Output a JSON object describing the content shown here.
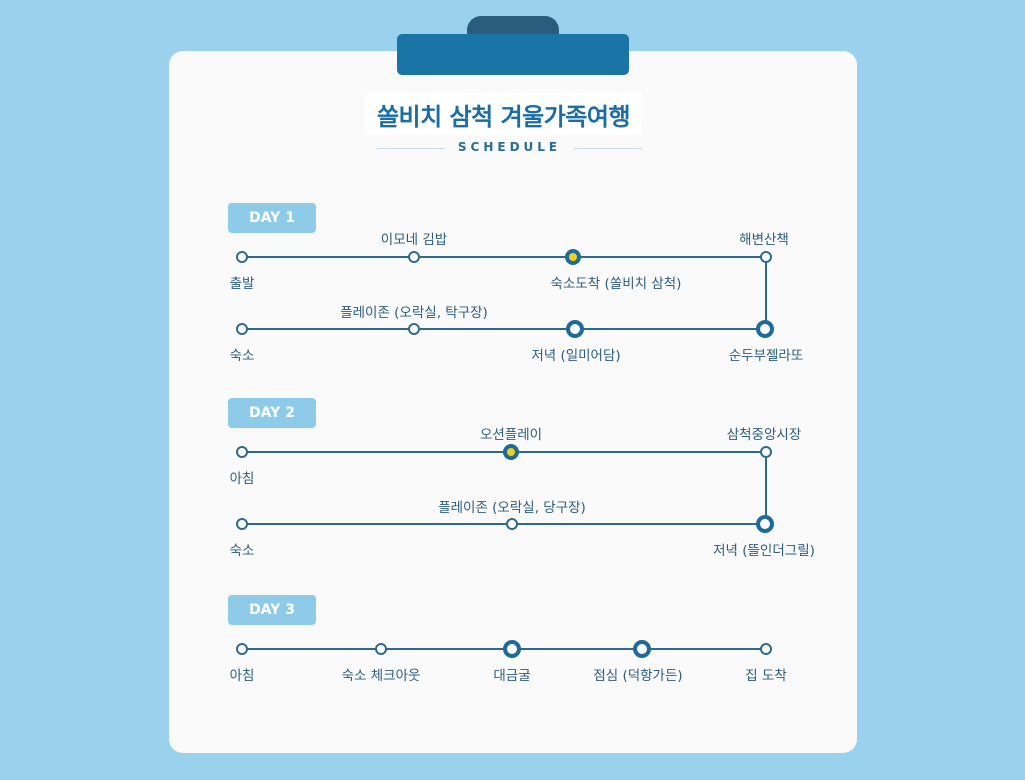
{
  "title": "쏠비치 삼척 겨울가족여행",
  "subtitle": "SCHEDULE",
  "days": [
    {
      "badge": "DAY 1",
      "stops": [
        "출발",
        "이모네 김밥",
        "숙소도착 (쏠비치 삼척)",
        "해변산책",
        "숙소",
        "플레이존 (오락실, 탁구장)",
        "저녁 (일미어담)",
        "순두부젤라또"
      ]
    },
    {
      "badge": "DAY 2",
      "stops": [
        "아침",
        "오션플레이",
        "삼척중앙시장",
        "숙소",
        "플레이존 (오락실, 당구장)",
        "저녁 (뜰인더그릴)"
      ]
    },
    {
      "badge": "DAY 3",
      "stops": [
        "아침",
        "숙소 체크아웃",
        "대금굴",
        "점심 (덕항가든)",
        "집 도착"
      ]
    }
  ],
  "colors": {
    "background": "#9ad1ec",
    "card": "#fafafa",
    "accent": "#1a74a6",
    "line": "#2d6a8e",
    "highlight": "#f2cf1b",
    "badge": "#8ecbe9"
  }
}
